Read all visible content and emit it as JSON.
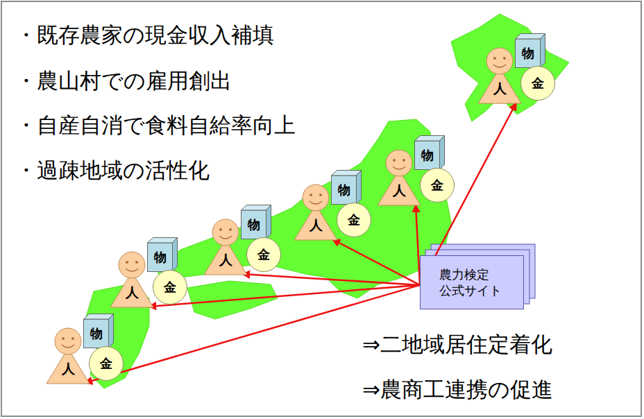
{
  "diagram": {
    "nodes": [
      {
        "text": [
          "物"
        ]
      },
      {
        "text": [
          "人"
        ]
      },
      {
        "text": [
          "金"
        ]
      },
      {
        "text": [
          "物"
        ]
      },
      {
        "text": [
          "人"
        ]
      },
      {
        "text": [
          "金"
        ]
      },
      {
        "text": [
          "物"
        ]
      },
      {
        "text": [
          "人"
        ]
      },
      {
        "text": [
          "金"
        ]
      },
      {
        "text": [
          "物"
        ]
      },
      {
        "text": [
          "人"
        ]
      },
      {
        "text": [
          "金"
        ]
      },
      {
        "text": [
          "物"
        ]
      },
      {
        "text": [
          "人"
        ]
      },
      {
        "text": [
          "金"
        ]
      },
      {
        "text": [
          "農力検定 公式サイト"
        ]
      },
      {
        "text": [
          "物"
        ]
      },
      {
        "text": [
          "人"
        ]
      },
      {
        "text": [
          "金"
        ]
      }
    ],
    "edges": [
      {
        "from": 15,
        "to": 1,
        "arrow": "to"
      },
      {
        "from": 15,
        "to": 4,
        "arrow": "to"
      },
      {
        "from": 15,
        "to": 7,
        "arrow": "to"
      },
      {
        "from": 15,
        "to": 10,
        "arrow": "to"
      },
      {
        "from": 15,
        "to": 13,
        "arrow": "to"
      },
      {
        "from": 15,
        "to": 17,
        "arrow": "to"
      }
    ],
    "labels": [
      "・既存農家の現金収入補填",
      "・農山村での雇用創出",
      "・自産自消で食料自給率向上",
      "・過疎地域の活性化",
      "⇒二地域居住定着化",
      "⇒農商工連携の促進"
    ]
  }
}
